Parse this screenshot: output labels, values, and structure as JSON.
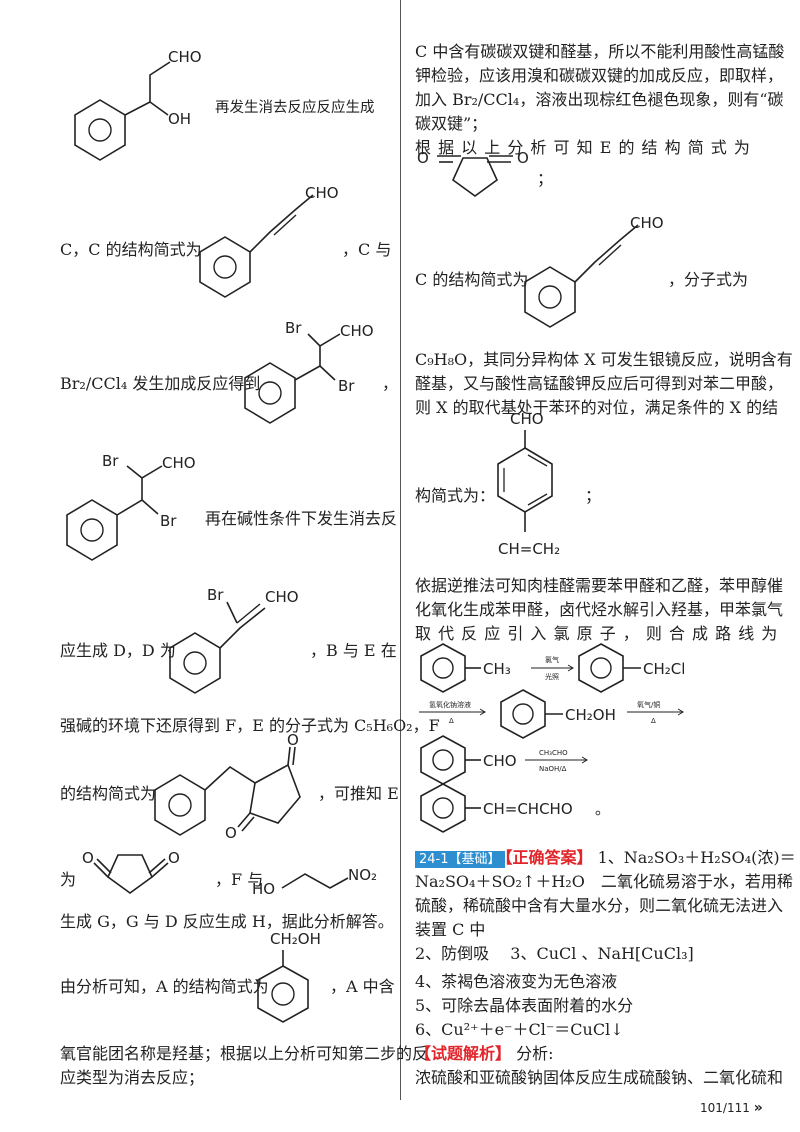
{
  "left": {
    "t1": "再发生消去反应反应生成",
    "t2a": "C，C 的结构简式为",
    "t2b": "，C 与",
    "t3a": "Br₂/CCl₄ 发生加成反应得到",
    "t3b": "，",
    "t4": "再在碱性条件下发生消去反",
    "t5a": "应生成 D，D 为",
    "t5b": "，B 与 E 在",
    "t6": "强碱的环境下还原得到 F，E 的分子式为 C₅H₆O₂，F",
    "t7a": "的结构简式为",
    "t7b": "，可推知 E",
    "t8a": "为",
    "t8b": "，F 与",
    "t9": "生成 G，G 与 D 反应生成 H，据此分析解答。",
    "t10a": "由分析可知，A 的结构简式为",
    "t10b": "，A 中含",
    "t11": "氧官能团名称是羟基；根据以上分析可知第二步的反",
    "t12": "应类型为消去反应；"
  },
  "right": {
    "p1": [
      "C 中含有碳碳双键和醛基，所以不能利用酸性高锰酸",
      "钾检验，应该用溴和碳碳双键的加成反应，即取样，",
      "加入 Br₂/CCl₄，溶液出现棕红色褪色现象，则有“碳",
      "碳双键”；"
    ],
    "p2": "根 据 以 上 分 析 可 知 E 的 结 构 简 式 为",
    "p2b": "；",
    "p3a": "C 的结构简式为",
    "p3b": "，分子式为",
    "p4": [
      "C₉H₈O，其同分异构体 X 可发生银镜反应，说明含有",
      "醛基，又与酸性高锰酸钾反应后可得到对苯二甲酸，",
      "则 X 的取代基处于苯环的对位，满足条件的 X 的结"
    ],
    "p5a": "构简式为：",
    "p5b": "；",
    "p6": [
      "依据逆推法可知肉桂醛需要苯甲醛和乙醛，苯甲醇催",
      "化氧化生成苯甲醛，卤代烃水解引入羟基，甲苯氯气",
      "取 代 反 应 引 入 氯 原 子 ， 则 合 成 路 线 为"
    ],
    "route": {
      "r1_cond_top": "氯气",
      "r1_cond_bot": "光照",
      "r2_cond_top": "氢氧化钠溶液",
      "r2_cond_bot": "Δ",
      "r2b_cond_top": "氧气/铜",
      "r2b_cond_bot": "Δ",
      "r3_cond_top": "CH₃CHO",
      "r3_cond_bot": "NaOH/Δ",
      "g_ch3": "CH₃",
      "g_ch2cl": "CH₂Cl",
      "g_ch2oh": "CH₂OH",
      "g_cho": "CHO",
      "g_final": "CH=CHCHO",
      "end": "。"
    },
    "ans": {
      "tag": "24-1【基础】",
      "label": "【正确答案】",
      "a1": [
        "1、Na₂SO₃＋H₂SO₄(浓)＝",
        "Na₂SO₄＋SO₂↑＋H₂O　二氧化硫易溶于水，若用稀",
        "硫酸，稀硫酸中含有大量水分，则二氧化硫无法进入",
        "装置 C 中"
      ],
      "a2": "2、防倒吸　 3、CuCl 、NaH[CuCl₃]",
      "a4": "4、茶褐色溶液变为无色溶液",
      "a5": "5、可除去晶体表面附着的水分",
      "a6": "6、Cu²⁺＋e⁻＋Cl⁻＝CuCl↓",
      "exp_label": "【试题解析】",
      "exp_text": "分析:",
      "last": "浓硫酸和亚硫酸钠固体反应生成硫酸钠、二氧化硫和"
    }
  },
  "labels": {
    "CHO": "CHO",
    "OH": "OH",
    "Br": "Br",
    "O": "O",
    "NO2": "NO₂",
    "HO": "HO",
    "CH2OH": "CH₂OH",
    "CHCH2": "CH=CH₂"
  },
  "footer": {
    "page": "101/111",
    "arrow": "»"
  }
}
